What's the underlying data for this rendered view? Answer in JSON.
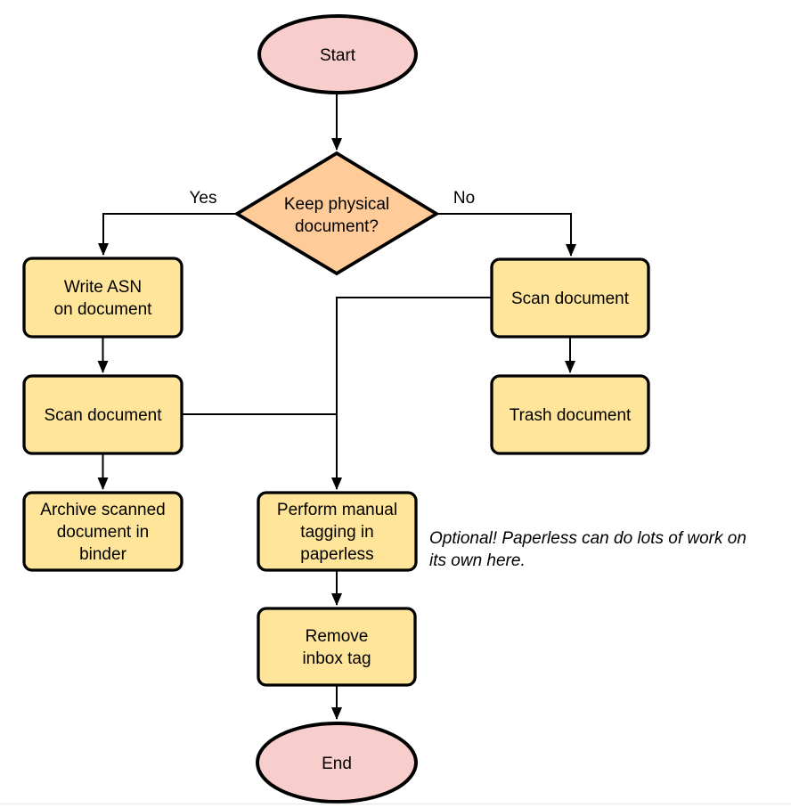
{
  "diagram": {
    "colors": {
      "terminal_fill": "#f8cecc",
      "decision_fill": "#ffcc99",
      "process_fill": "#ffe599",
      "stroke": "#000000"
    },
    "nodes": {
      "start": {
        "label": "Start"
      },
      "decision": {
        "lines": [
          "Keep physical",
          "document?"
        ]
      },
      "write_asn": {
        "lines": [
          "Write ASN",
          "on document"
        ]
      },
      "scan_left": {
        "label": "Scan document"
      },
      "archive": {
        "lines": [
          "Archive scanned",
          "document in",
          "binder"
        ]
      },
      "scan_right": {
        "label": "Scan document"
      },
      "trash": {
        "label": "Trash document"
      },
      "tagging": {
        "lines": [
          "Perform manual",
          "tagging in",
          "paperless"
        ]
      },
      "remove_inbox": {
        "lines": [
          "Remove",
          "inbox tag"
        ]
      },
      "end": {
        "label": "End"
      }
    },
    "edge_labels": {
      "yes": "Yes",
      "no": "No"
    },
    "annotation": {
      "lines": [
        "Optional! Paperless can do lots of work on",
        "its own here."
      ]
    }
  }
}
